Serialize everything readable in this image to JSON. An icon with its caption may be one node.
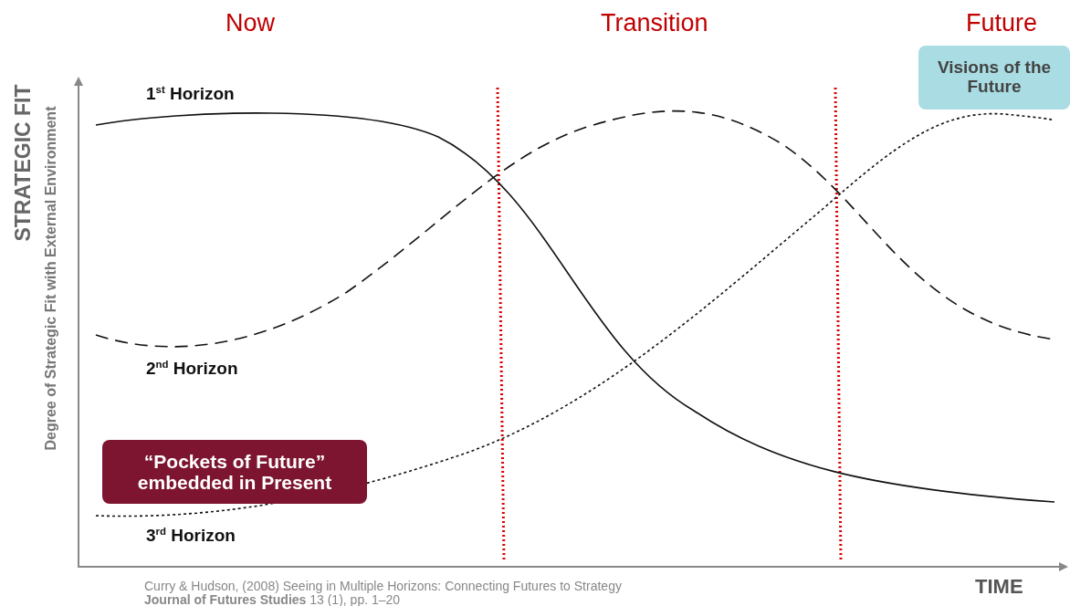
{
  "diagram": {
    "nodes": [
      {
        "text": [
          "“Pockets of Future” embedded in Present"
        ]
      },
      {
        "text": [
          "Visions of the Future"
        ]
      }
    ],
    "edges": [],
    "labels": [
      "Now",
      "Transition",
      "Future",
      "1$^{st}$ Horizon",
      "2$^{nd}$ Horizon",
      "3$^{rd}$ Horizon",
      "STRATEGIC FIT",
      "Degree of Strategic Fit with External Environment",
      "TIME",
      "Curry & Hudson, (2008) Seeing in Multiple Horizons: Connecting Futures to Strategy",
      "**Journal of Futures Studies** 13 (1), pp. 1–20"
    ]
  }
}
